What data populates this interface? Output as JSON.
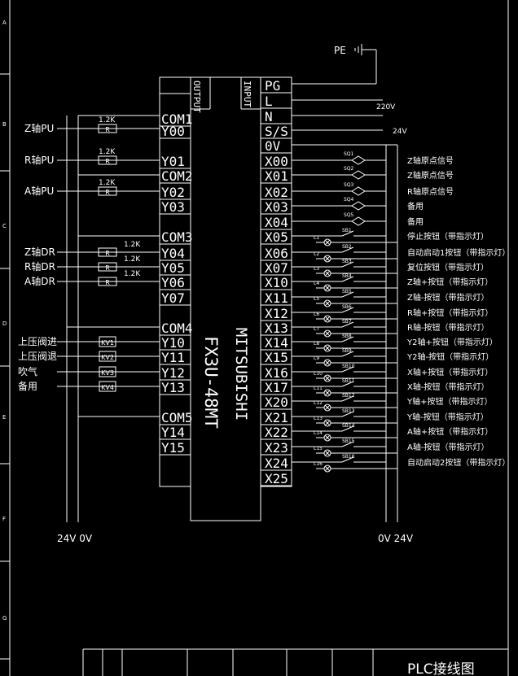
{
  "colors": {
    "background": "#000000",
    "line": "#ffffff"
  },
  "border_letters": [
    "A",
    "B",
    "C",
    "D",
    "E",
    "F",
    "G"
  ],
  "plc": {
    "model": "FX3U-48MT",
    "brand": "MITSUBISHI",
    "output_label": "OUTPUT",
    "input_label": "INPUT"
  },
  "pe": {
    "label": "PE"
  },
  "power": {
    "v220": "220V",
    "v24": "24V"
  },
  "outputs": {
    "terminals": [
      "COM1",
      "Y00",
      "Y01",
      "COM2",
      "Y02",
      "Y03",
      "COM3",
      "Y04",
      "Y05",
      "Y06",
      "Y07",
      "COM4",
      "Y10",
      "Y11",
      "Y12",
      "Y13",
      "COM5",
      "Y14",
      "Y15"
    ],
    "resistor": "R",
    "resistor_value": "1.2K",
    "pulse_labels": [
      "Z轴PU",
      "R轴PU",
      "A轴PU"
    ],
    "dir_labels": [
      "Z轴DR",
      "R轴DR",
      "A轴DR"
    ],
    "relays": [
      "KV1",
      "KV2",
      "KV3",
      "KV4"
    ],
    "relay_labels": [
      "上压阀进",
      "上压阀退",
      "吹气",
      "备用"
    ],
    "bottom_labels": "24V 0V"
  },
  "inputs": {
    "terminals": [
      "PG",
      "L",
      "N",
      "S/S",
      "0V",
      "X00",
      "X01",
      "X02",
      "X03",
      "X04",
      "X05",
      "X06",
      "X07",
      "X10",
      "X11",
      "X12",
      "X13",
      "X14",
      "X15",
      "X16",
      "X17",
      "X20",
      "X21",
      "X22",
      "X23",
      "X24",
      "X25"
    ],
    "sensors": [
      "SQ1",
      "SQ2",
      "SQ3",
      "SQ4",
      "SQ5"
    ],
    "buttons": [
      "SB1",
      "SB2",
      "SB3",
      "SB4",
      "SB5",
      "SB6",
      "SB7",
      "SB8",
      "SB9",
      "SB10",
      "SB11",
      "SB12",
      "SB13",
      "SB14",
      "SB15",
      "SB16"
    ],
    "lamps": [
      "L1",
      "L2",
      "L3",
      "L4",
      "L5",
      "L6",
      "L7",
      "L8",
      "L9",
      "L10",
      "L11",
      "L12",
      "L13",
      "L14",
      "L15",
      "L16"
    ],
    "descriptions": [
      "Z轴原点信号",
      "Z轴原点信号",
      "R轴原点信号",
      "备用",
      "备用",
      "停止按钮（带指示灯）",
      "自动启动1按钮（带指示灯）",
      "复位按钮（带指示灯）",
      "Z轴+按钮（带指示灯）",
      "Z轴-按钮（带指示灯）",
      "R轴+按钮（带指示灯）",
      "R轴-按钮（带指示灯）",
      "Y2轴+按钮（带指示灯）",
      "Y2轴-按钮（带指示灯）",
      "X轴+按钮（带指示灯）",
      "X轴-按钮（带指示灯）",
      "Y轴+按钮（带指示灯）",
      "Y轴-按钮（带指示灯）",
      "A轴+按钮（带指示灯）",
      "A轴-按钮（带指示灯）",
      "自动启动2按钮（带指示灯）"
    ],
    "bottom_labels": "0V 24V"
  },
  "title_block": {
    "title": "PLC接线图"
  }
}
